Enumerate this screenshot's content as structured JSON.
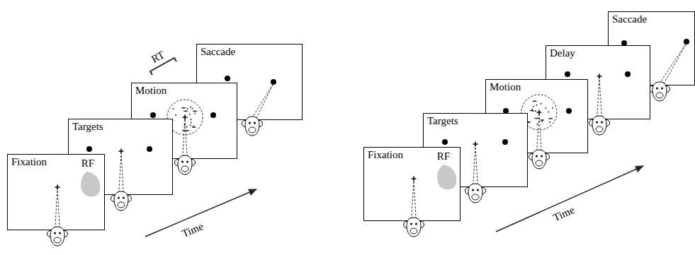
{
  "diagram": {
    "nodes": [
      {
        "text": [
          "Fixation",
          "RF"
        ]
      },
      {
        "text": [
          "Targets"
        ]
      },
      {
        "text": [
          "Motion"
        ]
      },
      {
        "text": [
          "Saccade"
        ]
      },
      {
        "text": [
          "Fixation",
          "RF"
        ]
      },
      {
        "text": [
          "Targets"
        ]
      },
      {
        "text": [
          "Motion"
        ]
      },
      {
        "text": [
          "Delay"
        ]
      },
      {
        "text": [
          "Saccade"
        ]
      }
    ],
    "labels": [
      "RT",
      "Time",
      "Time"
    ]
  }
}
